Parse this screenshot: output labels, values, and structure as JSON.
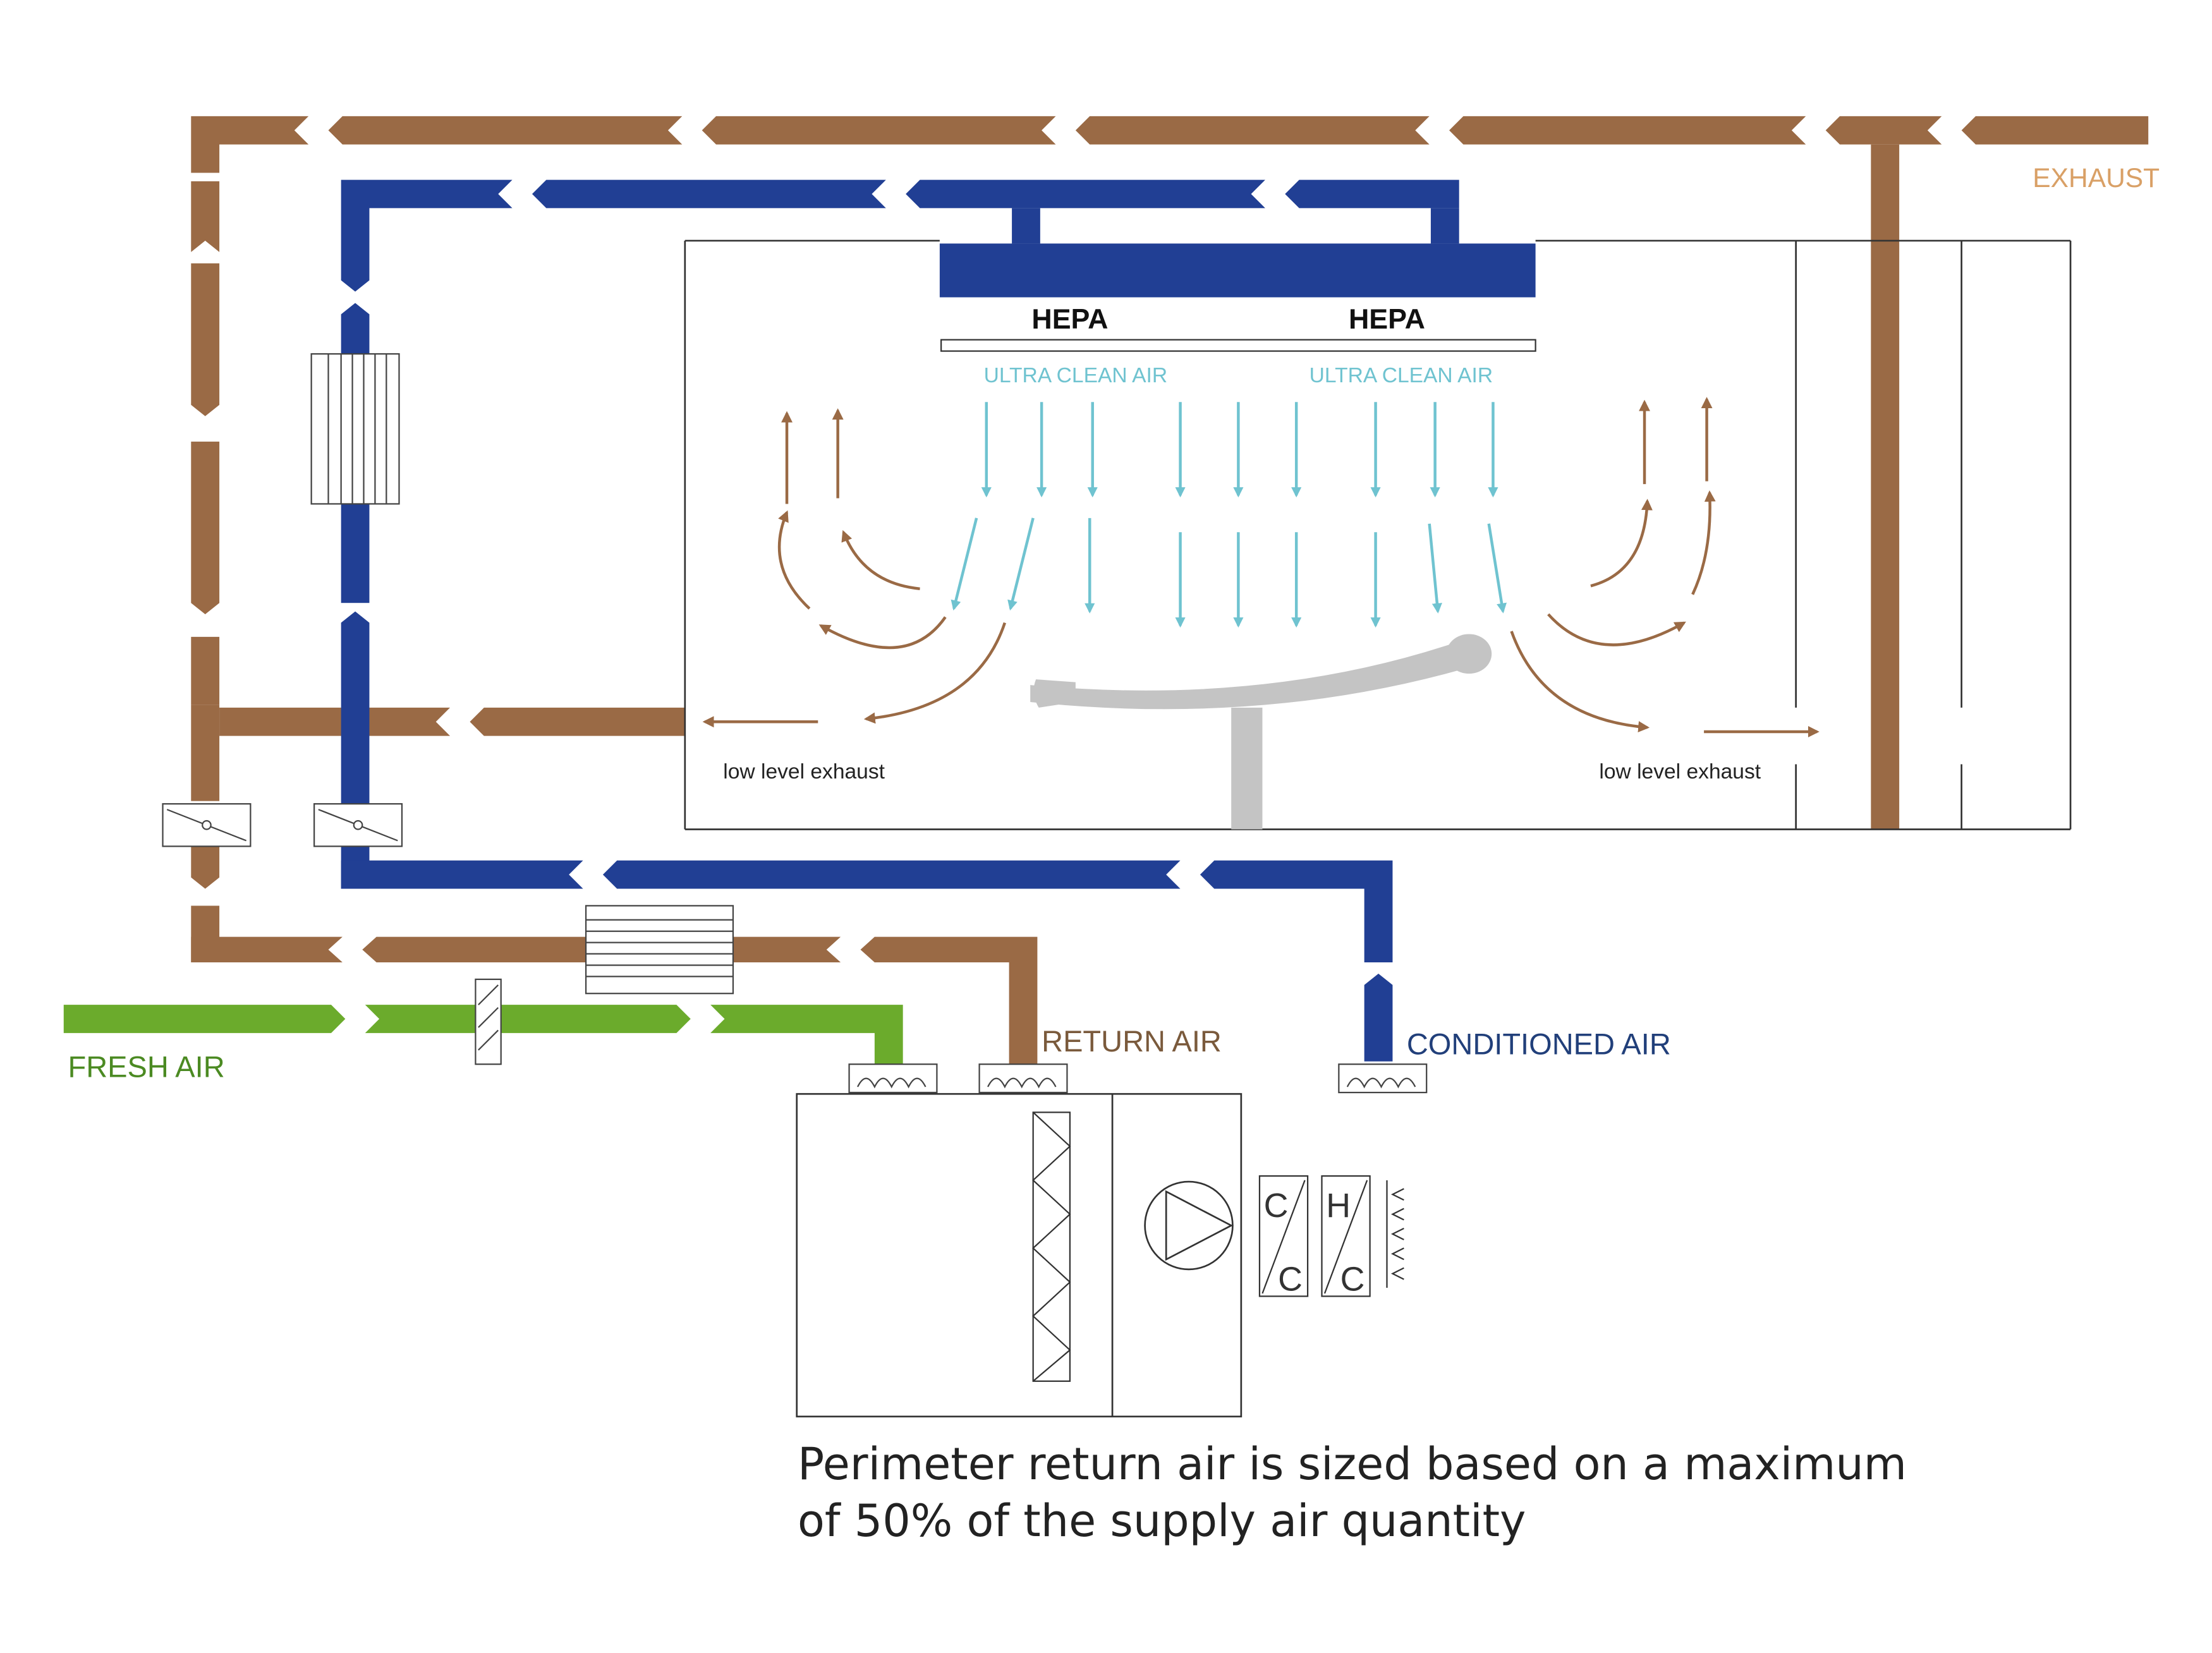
{
  "labels": {
    "hepa_left": "HEPA",
    "hepa_right": "HEPA",
    "ultra_left": "ULTRA CLEAN AIR",
    "ultra_right": "ULTRA CLEAN AIR",
    "exhaust": "EXHAUST",
    "low_level_left": "low level exhaust",
    "low_level_right": "low level exhaust",
    "return_air": "RETURN AIR",
    "conditioned_air": "CONDITIONED AIR",
    "fresh_air": "FRESH AIR",
    "coil_cooling_top": "C",
    "coil_cooling_bottom": "C",
    "coil_heating_top": "H",
    "coil_heating_bottom": "C"
  },
  "caption": {
    "line1": "Perimeter return air is sized based on a maximum",
    "line2": "of 50% of the supply air quantity"
  },
  "colors": {
    "exhaust_duct": "#9a6a45",
    "conditioned_duct": "#213f94",
    "fresh_duct": "#6bab2c",
    "clean_air_arrow": "#6fc3d0",
    "exhaust_text": "#d9a066",
    "fresh_text": "#4b8a22",
    "conditioned_text": "#213f7a",
    "return_text": "#7a5a3c",
    "table": "#c4c4c4"
  },
  "icons": {
    "fan": "fan-icon",
    "filter": "filter-icon",
    "damper": "damper-icon",
    "diffuser": "diffuser-icon"
  }
}
